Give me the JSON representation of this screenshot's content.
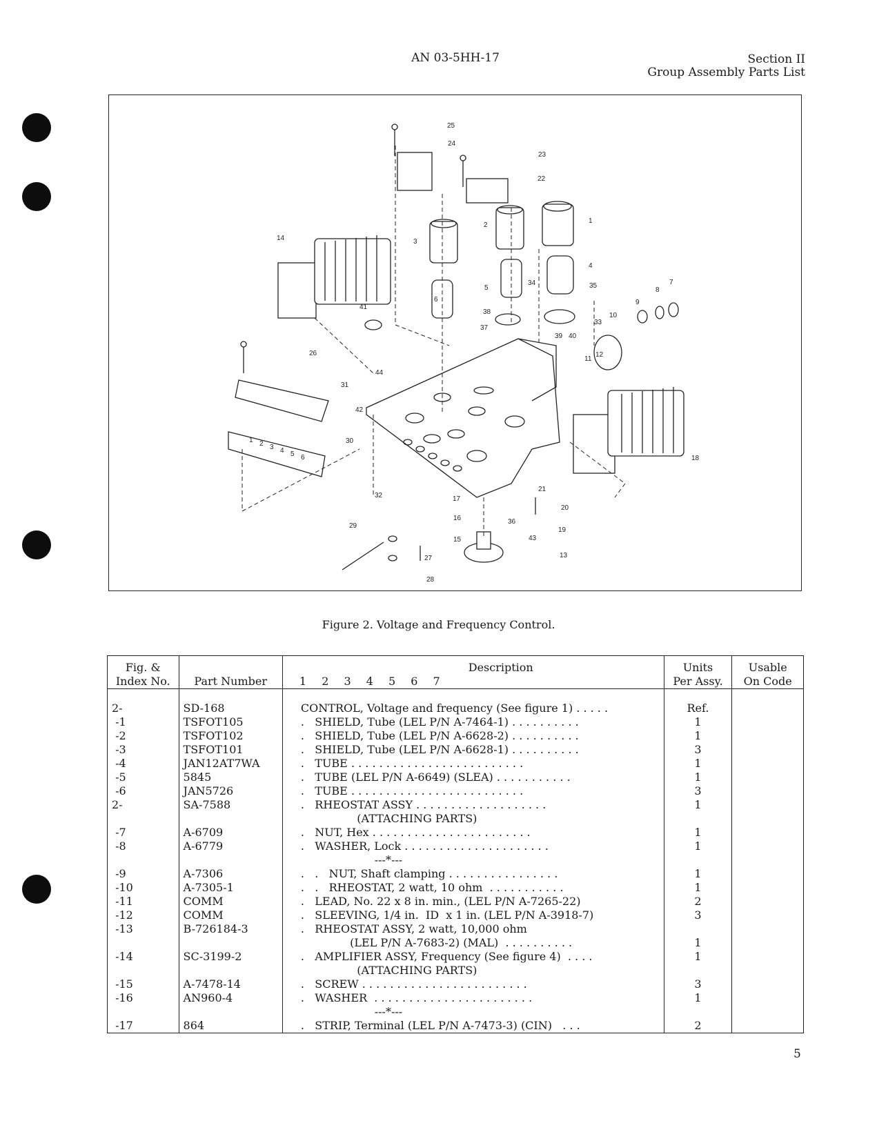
{
  "header": {
    "doc_id": "AN 03-5HH-17",
    "section": "Section II",
    "section_title": "Group Assembly Parts List"
  },
  "figure": {
    "caption": "Figure 2.  Voltage and Frequency Control.",
    "callouts": [
      "25",
      "24",
      "23",
      "22",
      "1",
      "2",
      "3",
      "14",
      "4",
      "6",
      "5",
      "34",
      "35",
      "8",
      "7",
      "9",
      "10",
      "38",
      "37",
      "33",
      "41",
      "39",
      "40",
      "26",
      "44",
      "11",
      "12",
      "31",
      "42",
      "30",
      "18",
      "17",
      "32",
      "21",
      "20",
      "16",
      "29",
      "19",
      "15",
      "36",
      "43",
      "27",
      "13",
      "28"
    ],
    "terminal_numbers": [
      "1",
      "2",
      "3",
      "4",
      "5",
      "6"
    ]
  },
  "table": {
    "headers": {
      "fig_index": [
        "Fig. &",
        "Index No."
      ],
      "part_number": "Part Number",
      "description": "Description",
      "levels": "1 2 3 4 5 6 7",
      "units": [
        "Units",
        "Per Assy."
      ],
      "usable": [
        "Usable",
        "On Code"
      ]
    },
    "rows": [
      {
        "index": "2-",
        "part": "SD-168",
        "desc": "CONTROL, Voltage and frequency (See figure 1) . . . . .",
        "units": "Ref."
      },
      {
        "index": " -1",
        "part": "TSFOT105",
        "desc": ".   SHIELD, Tube (LEL P/N A-7464-1) . . . . . . . . . .",
        "units": "1"
      },
      {
        "index": " -2",
        "part": "TSFOT102",
        "desc": ".   SHIELD, Tube (LEL P/N A-6628-2) . . . . . . . . . .",
        "units": "1"
      },
      {
        "index": " -3",
        "part": "TSFOT101",
        "desc": ".   SHIELD, Tube (LEL P/N A-6628-1) . . . . . . . . . .",
        "units": "3"
      },
      {
        "index": " -4",
        "part": "JAN12AT7WA",
        "desc": ".   TUBE . . . . . . . . . . . . . . . . . . . . . . . . .",
        "units": "1"
      },
      {
        "index": " -5",
        "part": "5845",
        "desc": ".   TUBE (LEL P/N A-6649) (SLEA) . . . . . . . . . . .",
        "units": "1"
      },
      {
        "index": " -6",
        "part": "JAN5726",
        "desc": ".   TUBE . . . . . . . . . . . . . . . . . . . . . . . . .",
        "units": "3"
      },
      {
        "index": "2-",
        "part": "SA-7588",
        "desc": ".   RHEOSTAT ASSY . . . . . . . . . . . . . . . . . . .",
        "units": "1"
      },
      {
        "index": "",
        "part": "",
        "desc": "                (ATTACHING PARTS)",
        "units": ""
      },
      {
        "index": " -7",
        "part": "A-6709",
        "desc": ".   NUT, Hex . . . . . . . . . . . . . . . . . . . . . . .",
        "units": "1"
      },
      {
        "index": " -8",
        "part": "A-6779",
        "desc": ".   WASHER, Lock . . . . . . . . . . . . . . . . . . . . .",
        "units": "1"
      },
      {
        "index": "",
        "part": "",
        "desc": "                     ---*---",
        "units": ""
      },
      {
        "index": " -9",
        "part": "A-7306",
        "desc": ".   .   NUT, Shaft clamping . . . . . . . . . . . . . . . .",
        "units": "1"
      },
      {
        "index": " -10",
        "part": "A-7305-1",
        "desc": ".   .   RHEOSTAT, 2 watt, 10 ohm  . . . . . . . . . . .",
        "units": "1"
      },
      {
        "index": " -11",
        "part": "COMM",
        "desc": ".   LEAD, No. 22 x 8 in. min., (LEL P/N A-7265-22)",
        "units": "2"
      },
      {
        "index": " -12",
        "part": "COMM",
        "desc": ".   SLEEVING, 1/4 in.  ID  x 1 in. (LEL P/N A-3918-7)",
        "units": "3"
      },
      {
        "index": " -13",
        "part": "B-726184-3",
        "desc": ".   RHEOSTAT ASSY, 2 watt, 10,000 ohm",
        "units": ""
      },
      {
        "index": "",
        "part": "",
        "desc": "              (LEL P/N A-7683-2) (MAL)  . . . . . . . . . .",
        "units": "1"
      },
      {
        "index": " -14",
        "part": "SC-3199-2",
        "desc": ".   AMPLIFIER ASSY, Frequency (See figure 4)  . . . .",
        "units": "1"
      },
      {
        "index": "",
        "part": "",
        "desc": "                (ATTACHING PARTS)",
        "units": ""
      },
      {
        "index": " -15",
        "part": "A-7478-14",
        "desc": ".   SCREW . . . . . . . . . . . . . . . . . . . . . . . .",
        "units": "3"
      },
      {
        "index": " -16",
        "part": "AN960-4",
        "desc": ".   WASHER  . . . . . . . . . . . . . . . . . . . . . . .",
        "units": "1"
      },
      {
        "index": "",
        "part": "",
        "desc": "                     ---*---",
        "units": ""
      },
      {
        "index": " -17",
        "part": "864",
        "desc": ".   STRIP, Terminal (LEL P/N A-7473-3) (CIN)   . . .",
        "units": "2"
      }
    ]
  },
  "page_number": "5"
}
